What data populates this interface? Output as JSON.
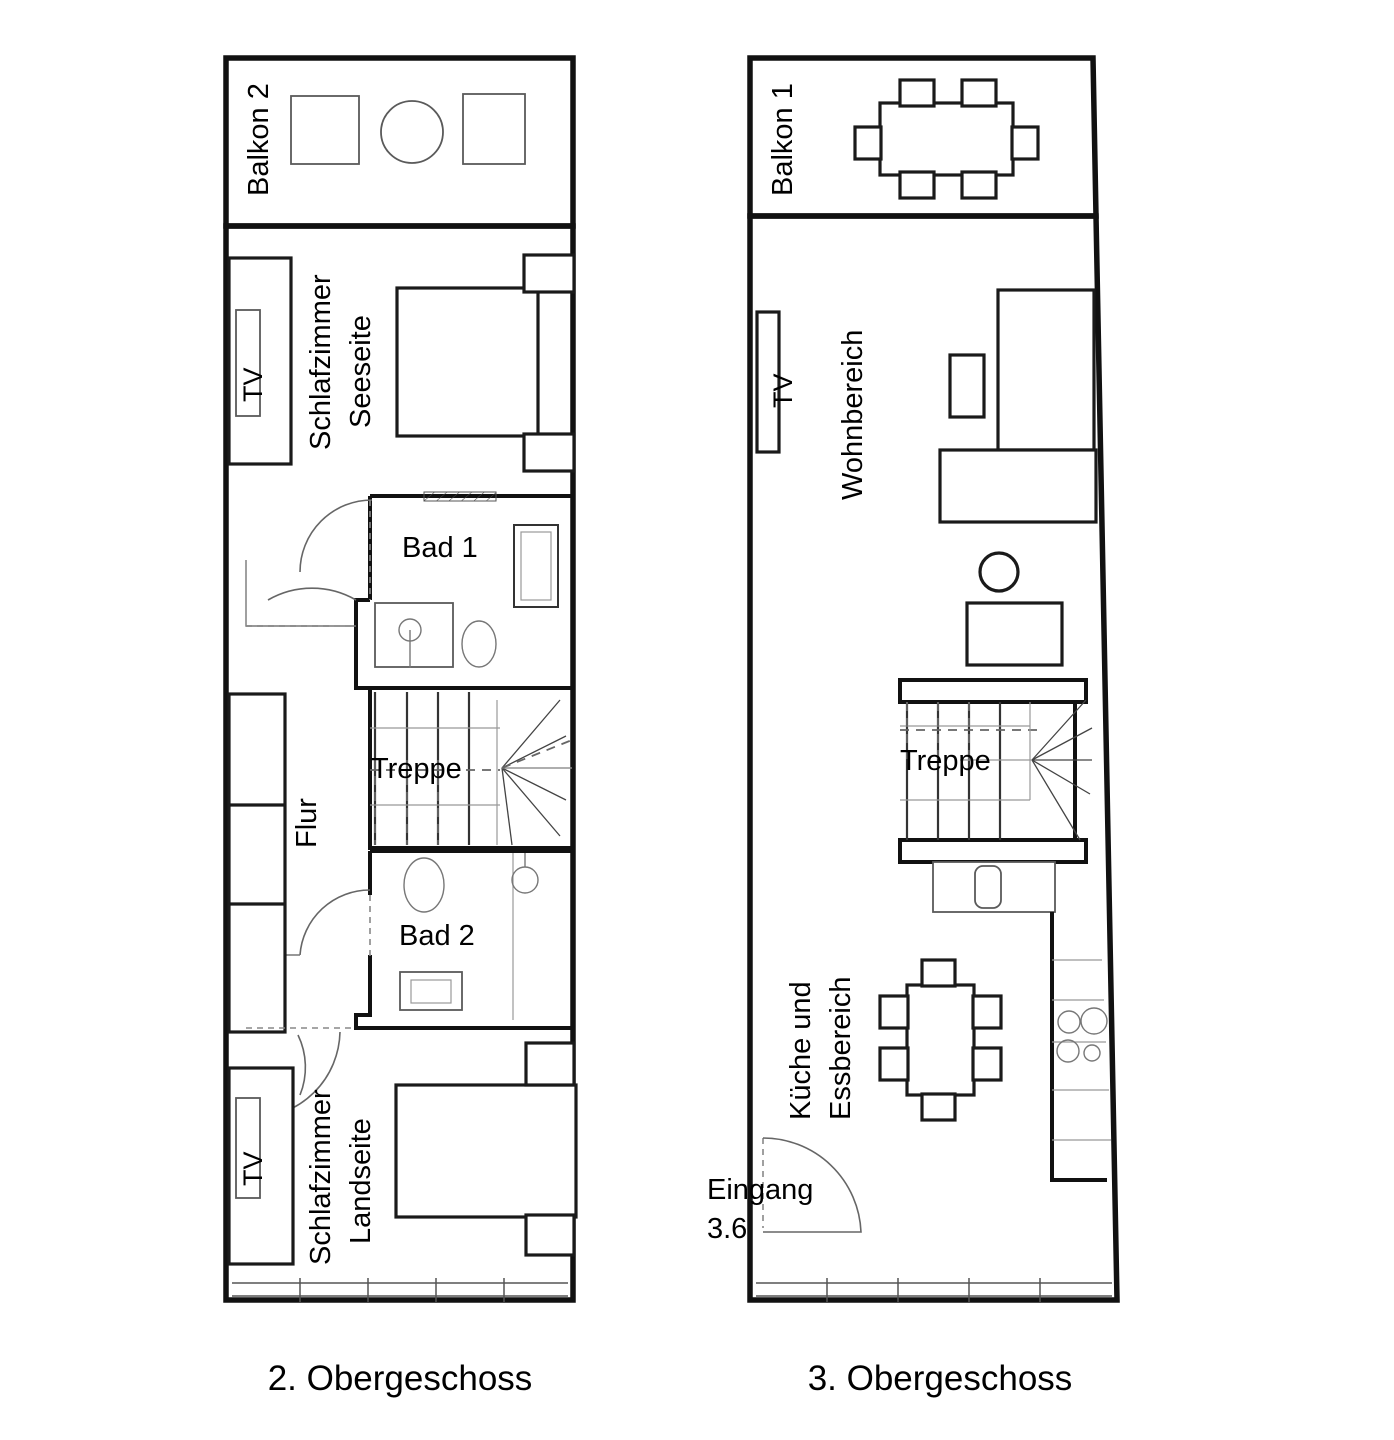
{
  "document": {
    "type": "architectural-floor-plan",
    "title": "Wohnung Grundriss",
    "language": "de"
  },
  "plans": [
    {
      "id": "plan-2og",
      "caption": "2. Obergeschoss",
      "rooms": [
        {
          "id": "balkon2",
          "label": "Balkon 2",
          "orientation": "vertical"
        },
        {
          "id": "schlafzimmer-seeseite",
          "label_line1": "Schlafzimmer",
          "label_line2": "Seeseite",
          "orientation": "vertical"
        },
        {
          "id": "bad1",
          "label": "Bad 1",
          "orientation": "horizontal"
        },
        {
          "id": "flur",
          "label": "Flur",
          "orientation": "vertical"
        },
        {
          "id": "treppe-2og",
          "label": "Treppe",
          "orientation": "horizontal"
        },
        {
          "id": "bad2",
          "label": "Bad 2",
          "orientation": "horizontal"
        },
        {
          "id": "schlafzimmer-landseite",
          "label_line1": "Schlafzimmer",
          "label_line2": "Landseite",
          "orientation": "vertical"
        }
      ],
      "appliances": [
        {
          "id": "tv-seeseite",
          "label": "TV"
        },
        {
          "id": "tv-landseite",
          "label": "TV"
        }
      ],
      "furniture_notes": [
        "balcony: two square chairs and one round table",
        "bedroom seeseite: double bed with two nightstands, wardrobe with TV",
        "bad 1: bathtub, washbasin, toilet",
        "flur: built-in closets along left wall",
        "bad 2: toilet, washbasin, shower",
        "bedroom landseite: double bed with two nightstands, wardrobe with TV",
        "bottom wall: window band with 5 segments"
      ]
    },
    {
      "id": "plan-3og",
      "caption": "3. Obergeschoss",
      "rooms": [
        {
          "id": "balkon1",
          "label": "Balkon 1",
          "orientation": "vertical"
        },
        {
          "id": "wohnbereich",
          "label": "Wohnbereich",
          "orientation": "vertical"
        },
        {
          "id": "treppe-3og",
          "label": "Treppe",
          "orientation": "horizontal"
        },
        {
          "id": "kueche-essbereich",
          "label_line1": "Küche und",
          "label_line2": "Essbereich",
          "orientation": "vertical"
        }
      ],
      "appliances": [
        {
          "id": "tv-wohnbereich",
          "label": "TV"
        }
      ],
      "entrance": {
        "id": "eingang",
        "label_line1": "Eingang",
        "label_line2": "3.6"
      },
      "furniture_notes": [
        "balcony: dining table with six chairs",
        "wohnbereich: corner sofa, side table, round lamp, coffee table, TV on wall",
        "kitchen: counter run with 4-burner stove along right wall",
        "essbereich: dining table with six chairs",
        "bottom wall: window band with 5 segments"
      ]
    }
  ],
  "colors": {
    "wall": "#111111",
    "furniture_stroke": "#1a1a1a",
    "light_stroke": "#777777",
    "background": "#ffffff"
  }
}
